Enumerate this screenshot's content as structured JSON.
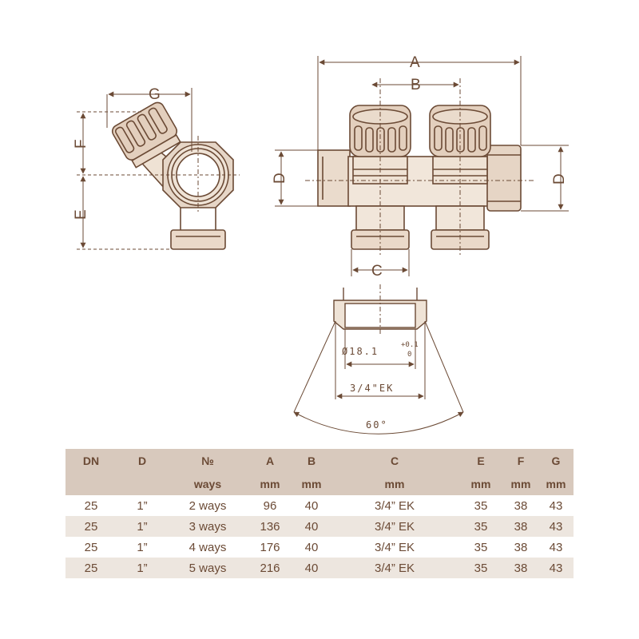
{
  "dimensions": {
    "A": "A",
    "B": "B",
    "C": "C",
    "D_left": "D",
    "D_right": "D",
    "E": "E",
    "F": "F",
    "G": "G"
  },
  "detail": {
    "diameter": "Ø18.1",
    "tol_upper": "+0.1",
    "tol_lower": "0",
    "thread": "3/4\"EK",
    "angle": "60°"
  },
  "table": {
    "header1": [
      "DN",
      "D",
      "№",
      "A",
      "B",
      "C",
      "E",
      "F",
      "G"
    ],
    "header2": [
      "",
      "",
      "ways",
      "mm",
      "mm",
      "mm",
      "mm",
      "mm",
      "mm"
    ],
    "rows": [
      [
        "25",
        "1”",
        "2 ways",
        "96",
        "40",
        "3/4” EK",
        "35",
        "38",
        "43"
      ],
      [
        "25",
        "1”",
        "3 ways",
        "136",
        "40",
        "3/4” EK",
        "35",
        "38",
        "43"
      ],
      [
        "25",
        "1”",
        "4 ways",
        "176",
        "40",
        "3/4” EK",
        "35",
        "38",
        "43"
      ],
      [
        "25",
        "1”",
        "5 ways",
        "216",
        "40",
        "3/4” EK",
        "35",
        "38",
        "43"
      ]
    ]
  },
  "colors": {
    "line": "#6b4a35",
    "fill": "#e6d6c7",
    "header_bg": "#d8c9bd",
    "row_shade": "#ede6df"
  }
}
